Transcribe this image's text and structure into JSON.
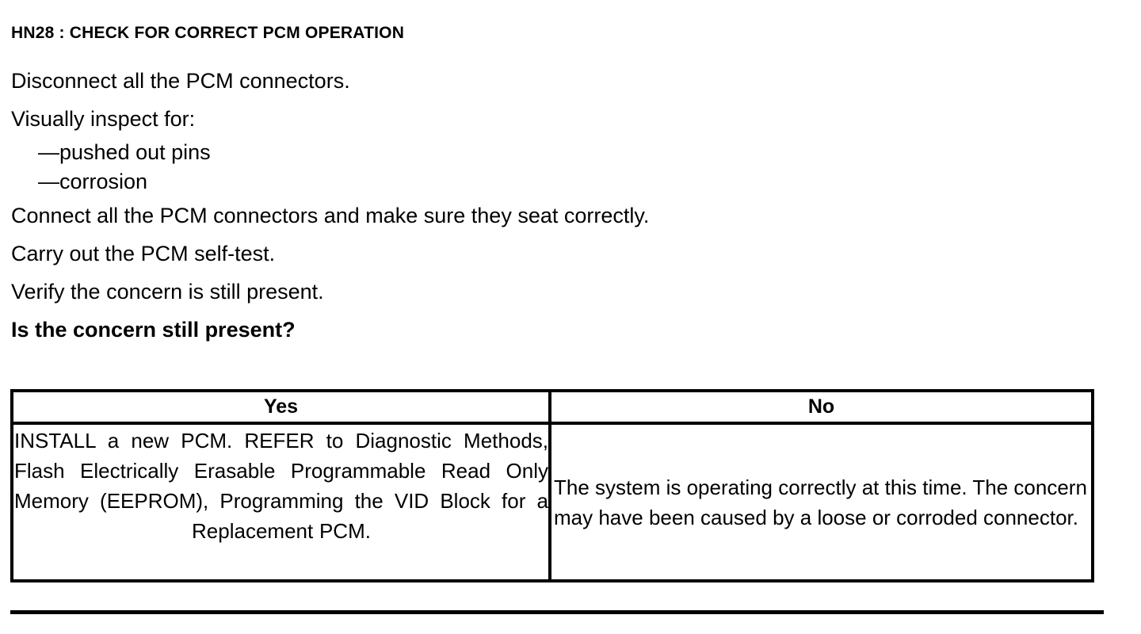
{
  "document": {
    "section_title": "HN28 : CHECK FOR CORRECT PCM OPERATION",
    "steps": [
      "Disconnect all the PCM connectors.",
      "Visually inspect for:"
    ],
    "inspect_items": [
      "—pushed out pins",
      "—corrosion"
    ],
    "steps_after": [
      "Connect all the PCM connectors and make sure they seat correctly.",
      "Carry out the PCM self-test.",
      "Verify the concern is still present."
    ],
    "question": "Is the concern still present?"
  },
  "decision_table": {
    "headers": {
      "yes": "Yes",
      "no": "No"
    },
    "cells": {
      "yes": "INSTALL a new PCM. REFER to Diagnostic Methods, Flash Electrically Erasable Programmable Read Only Memory (EEPROM), Programming the VID Block for a Replacement PCM.",
      "no": "The system is operating correctly at this time. The concern may have been caused by a loose or corroded connector."
    }
  },
  "colors": {
    "ink": "#000000",
    "paper": "#ffffff"
  }
}
